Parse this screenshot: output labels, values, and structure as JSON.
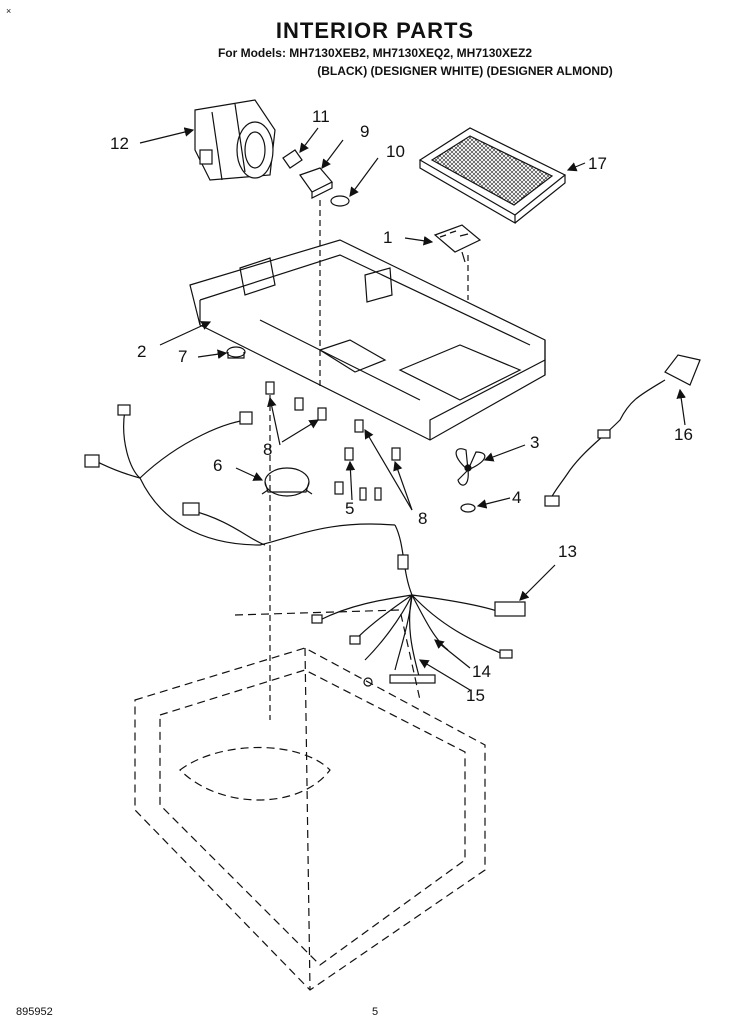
{
  "header": {
    "title": "INTERIOR PARTS",
    "models": "For Models: MH7130XEB2, MH7130XEQ2, MH7130XEZ2",
    "colors": "(BLACK)   (DESIGNER WHITE)   (DESIGNER ALMOND)"
  },
  "callouts": {
    "c1": "1",
    "c2": "2",
    "c3": "3",
    "c4": "4",
    "c5": "5",
    "c6": "6",
    "c7": "7",
    "c8a": "8",
    "c8b": "8",
    "c9": "9",
    "c10": "10",
    "c11": "11",
    "c12": "12",
    "c13": "13",
    "c14": "14",
    "c15": "15",
    "c16": "16",
    "c17": "17"
  },
  "footer": {
    "doc_number": "895952",
    "page": "5",
    "corner_mark": "×"
  }
}
